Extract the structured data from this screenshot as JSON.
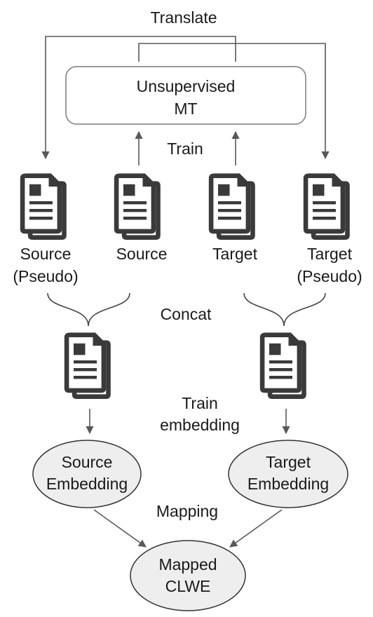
{
  "labels": {
    "translate": "Translate",
    "unsupervised_mt_line1": "Unsupervised",
    "unsupervised_mt_line2": "MT",
    "train": "Train",
    "doc_source_pseudo_line1": "Source",
    "doc_source_pseudo_line2": "(Pseudo)",
    "doc_source": "Source",
    "doc_target": "Target",
    "doc_target_pseudo_line1": "Target",
    "doc_target_pseudo_line2": "(Pseudo)",
    "concat": "Concat",
    "train_embedding_line1": "Train",
    "train_embedding_line2": "embedding",
    "source_embedding_line1": "Source",
    "source_embedding_line2": "Embedding",
    "target_embedding_line1": "Target",
    "target_embedding_line2": "Embedding",
    "mapping": "Mapping",
    "mapped_clwe_line1": "Mapped",
    "mapped_clwe_line2": "CLWE"
  },
  "icons": {
    "document": "document-stack-icon"
  },
  "colors": {
    "icon": "#3a3a3a",
    "ellipse_fill": "#eeeeee",
    "line": "#595959",
    "text": "#1a1a1a"
  }
}
